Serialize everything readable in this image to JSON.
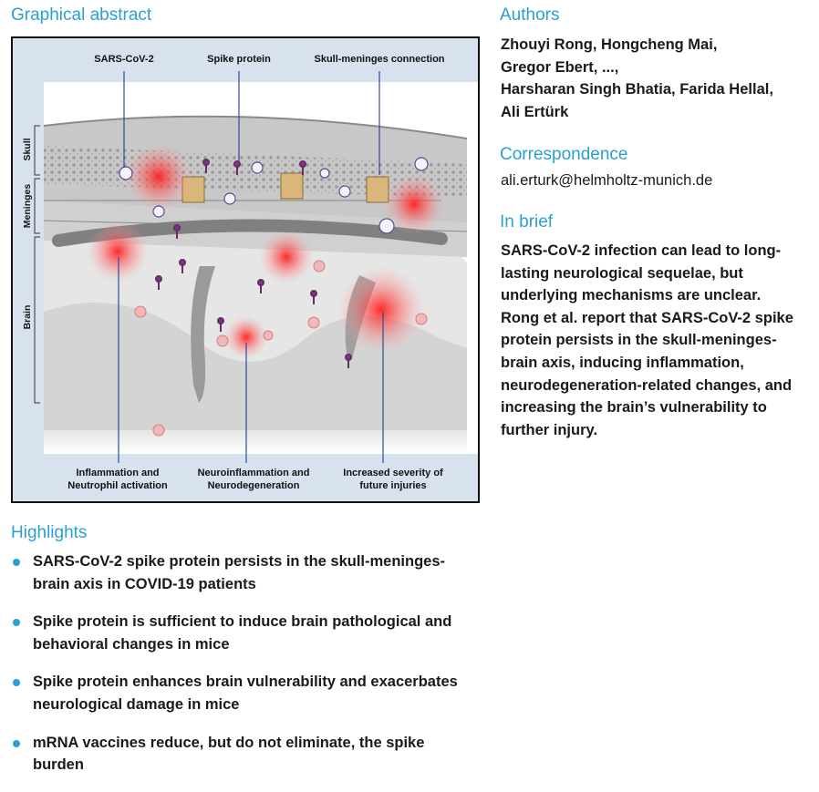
{
  "graphical_abstract": {
    "heading": "Graphical abstract",
    "top_labels": [
      "SARS-CoV-2",
      "Spike protein",
      "Skull-meninges connection"
    ],
    "side_labels": [
      "Skull",
      "Meninges",
      "Brain"
    ],
    "bottom_labels": [
      [
        "Inflammation and",
        "Neutrophil activation"
      ],
      [
        "Neuroinflammation and",
        "Neurodegeneration"
      ],
      [
        "Increased severity of",
        "future injuries"
      ]
    ]
  },
  "authors": {
    "heading": "Authors",
    "lines": [
      "Zhouyi Rong, Hongcheng Mai,",
      "Gregor Ebert, ...,",
      "Harsharan Singh Bhatia, Farida Hellal,",
      "Ali Ertürk"
    ]
  },
  "correspondence": {
    "heading": "Correspondence",
    "email": "ali.erturk@helmholtz-munich.de"
  },
  "in_brief": {
    "heading": "In brief",
    "lines": [
      "SARS-CoV-2 infection can lead to long-",
      "lasting neurological sequelae, but",
      "underlying mechanisms are unclear.",
      "Rong et al. report that SARS-CoV-2 spike",
      "protein persists in the skull-meninges-",
      "brain axis, inducing inflammation,",
      "neurodegeneration-related changes, and",
      "increasing the brain’s vulnerability to",
      "further injury."
    ]
  },
  "highlights": {
    "heading": "Highlights",
    "items": [
      [
        "SARS-CoV-2 spike protein persists in the skull-meninges-",
        "brain axis in COVID-19 patients"
      ],
      [
        "Spike protein is sufficient to induce brain pathological and",
        "behavioral changes in mice"
      ],
      [
        "Spike protein enhances brain vulnerability and exacerbates",
        "neurological damage in mice"
      ],
      [
        "mRNA vaccines reduce, but do not eliminate, the spike",
        "burden"
      ]
    ]
  }
}
